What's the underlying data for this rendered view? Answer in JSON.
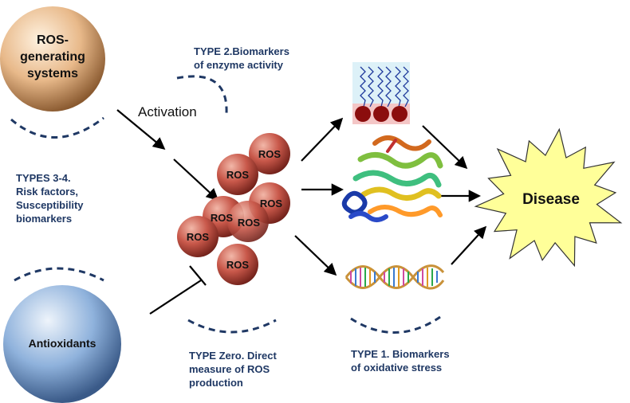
{
  "nodes": {
    "ros_systems": "ROS-\ngenerating\nsystems",
    "antioxidants": "Antioxidants",
    "ros_cluster_label": "ROS",
    "disease": "Disease"
  },
  "edges": {
    "activation": "Activation"
  },
  "biomarker_labels": {
    "type2": "TYPE 2.Biomarkers\nof enzyme activity",
    "types34": "TYPES 3-4.\nRisk factors,\nSusceptibility\nbiomarkers",
    "type_zero": "TYPE Zero. Direct\nmeasure of ROS\nproduction",
    "type1": "TYPE 1. Biomarkers\nof oxidative stress"
  },
  "colors": {
    "label_text": "#1f3864",
    "dashed_arc": "#1f3864",
    "ros_sphere": "#c8584a",
    "ros_systems_sphere": "#e8b98a",
    "antioxidants_sphere": "#8fb2dc",
    "disease_burst": "#ffff99"
  }
}
